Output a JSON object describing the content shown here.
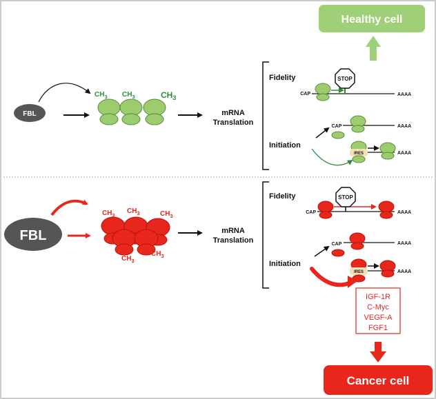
{
  "colors": {
    "green_fill": "#9ccc6e",
    "green_text": "#2e8b3a",
    "green_box": "#9fcf76",
    "red": "#e8261c",
    "red_dark": "#b51410",
    "dark_gray": "#555555",
    "black": "#111111",
    "border": "#bbbbbb",
    "ires_fill": "#f6dfb3"
  },
  "outcomes": {
    "healthy": "Healthy cell",
    "cancer": "Cancer cell"
  },
  "top": {
    "fbl": "FBL",
    "methyl": [
      "CH3",
      "CH3",
      "CH3"
    ],
    "process_line1": "mRNA",
    "process_line2": "Translation",
    "fidelity": "Fidelity",
    "initiation": "Initiation",
    "stop": "STOP",
    "cap": "CAP",
    "polya": "AAAA",
    "ires": "IRES"
  },
  "bottom": {
    "fbl": "FBL",
    "methyl": [
      "CH3",
      "CH3",
      "CH3",
      "CH3",
      "CH3"
    ],
    "process_line1": "mRNA",
    "process_line2": "Translation",
    "fidelity": "Fidelity",
    "initiation": "Initiation",
    "stop": "STOP",
    "cap": "CAP",
    "polya": "AAAA",
    "ires": "IRES",
    "targets": [
      "IGF-1R",
      "C-Myc",
      "VEGF-A",
      "FGF1"
    ]
  }
}
